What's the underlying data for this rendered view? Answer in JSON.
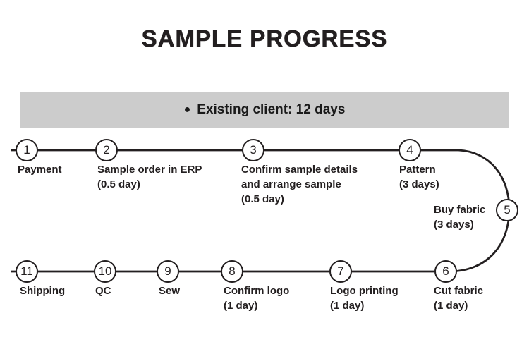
{
  "title": "SAMPLE PROGRESS",
  "banner": {
    "bullet": "●",
    "text": "Existing client: 12 days"
  },
  "colors": {
    "ink": "#231f20",
    "banner_bg": "#cccccc",
    "background": "#ffffff"
  },
  "steps": [
    {
      "num": "1",
      "label": "Payment"
    },
    {
      "num": "2",
      "label": "Sample order in ERP\n(0.5 day)"
    },
    {
      "num": "3",
      "label": "Confirm sample details\nand arrange sample\n(0.5 day)"
    },
    {
      "num": "4",
      "label": "Pattern\n(3 days)"
    },
    {
      "num": "5",
      "label": "Buy fabric\n(3 days)"
    },
    {
      "num": "6",
      "label": "Cut fabric\n(1 day)"
    },
    {
      "num": "7",
      "label": "Logo printing\n(1 day)"
    },
    {
      "num": "8",
      "label": "Confirm logo\n(1 day)"
    },
    {
      "num": "9",
      "label": "Sew"
    },
    {
      "num": "10",
      "label": "QC"
    },
    {
      "num": "11",
      "label": "Shipping"
    }
  ]
}
